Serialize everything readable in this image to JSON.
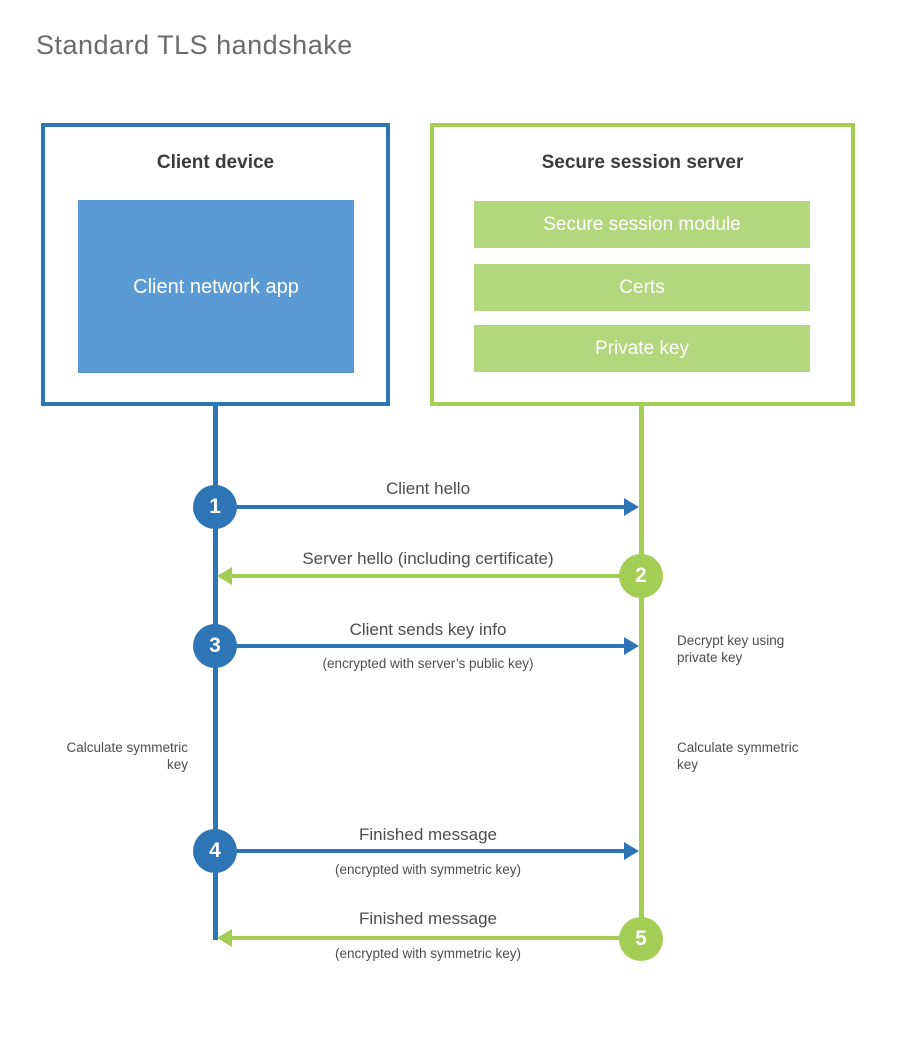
{
  "title": "Standard TLS handshake",
  "colors": {
    "blue": "#2e75b6",
    "blue-fill": "#5b9bd5",
    "green": "#a3cd55",
    "green-fill": "#b2d77d"
  },
  "client": {
    "title": "Client device",
    "app_label": "Client network app"
  },
  "server": {
    "title": "Secure session server",
    "modules": [
      "Secure session module",
      "Certs",
      "Private key"
    ]
  },
  "steps": [
    {
      "number": "1",
      "label": "Client hello",
      "sublabel": "",
      "direction": "client-to-server"
    },
    {
      "number": "2",
      "label": "Server hello (including certificate)",
      "sublabel": "",
      "direction": "server-to-client"
    },
    {
      "number": "3",
      "label": "Client sends key info",
      "sublabel": "(encrypted with server’s public key)",
      "direction": "client-to-server"
    },
    {
      "number": "4",
      "label": "Finished message",
      "sublabel": "(encrypted with symmetric key)",
      "direction": "client-to-server"
    },
    {
      "number": "5",
      "label": "Finished message",
      "sublabel": "(encrypted with symmetric key)",
      "direction": "server-to-client"
    }
  ],
  "notes": {
    "decrypt": "Decrypt key using private key",
    "calc_left": "Calculate symmetric key",
    "calc_right": "Calculate symmetric key"
  }
}
